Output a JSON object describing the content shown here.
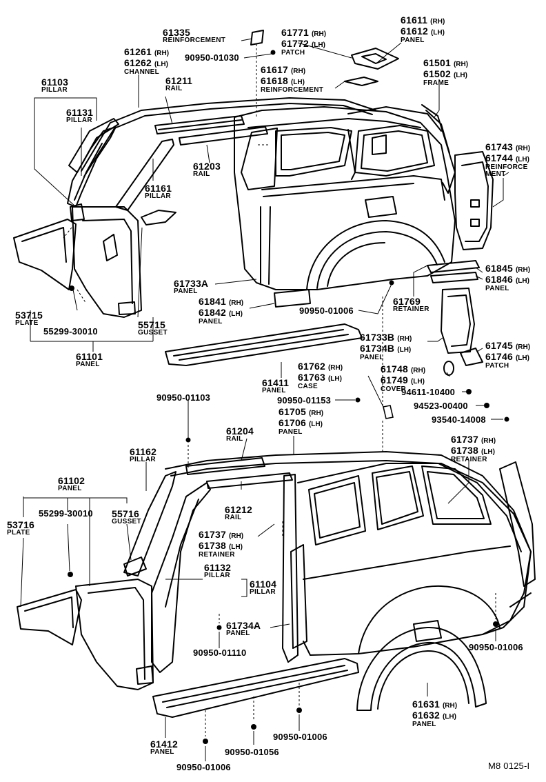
{
  "footer_code": "M8 0125-I",
  "callouts": {
    "c61335": {
      "number": "61335",
      "name": "REINFORCEMENT"
    },
    "c61771": {
      "number": "61771",
      "suffix": "(RH)"
    },
    "c61772": {
      "number": "61772",
      "suffix": "(LH)",
      "name": "PATCH"
    },
    "c61611": {
      "number": "61611",
      "suffix": "(RH)"
    },
    "c61612": {
      "number": "61612",
      "suffix": "(LH)",
      "name": "PANEL"
    },
    "c61261": {
      "number": "61261",
      "suffix": "(RH)"
    },
    "c61262": {
      "number": "61262",
      "suffix": "(LH)",
      "name": "CHANNEL"
    },
    "c90950_01030": {
      "number": "90950-01030"
    },
    "c61617": {
      "number": "61617",
      "suffix": "(RH)"
    },
    "c61618": {
      "number": "61618",
      "suffix": "(LH)",
      "name": "REINFORCEMENT"
    },
    "c61501": {
      "number": "61501",
      "suffix": "(RH)"
    },
    "c61502": {
      "number": "61502",
      "suffix": "(LH)",
      "name": "FRAME"
    },
    "c61103": {
      "number": "61103",
      "name": "PILLAR"
    },
    "c61211": {
      "number": "61211",
      "name": "RAIL"
    },
    "c61131": {
      "number": "61131",
      "name": "PILLAR"
    },
    "c61743": {
      "number": "61743",
      "suffix": "(RH)"
    },
    "c61744": {
      "number": "61744",
      "suffix": "(LH)",
      "name": "REINFORCE",
      "name2": "MENT"
    },
    "c61203": {
      "number": "61203",
      "name": "RAIL"
    },
    "c61161": {
      "number": "61161",
      "name": "PILLAR"
    },
    "c61733a": {
      "number": "61733A",
      "name": "PANEL"
    },
    "c61845": {
      "number": "61845",
      "suffix": "(RH)"
    },
    "c61846": {
      "number": "61846",
      "suffix": "(LH)",
      "name": "PANEL"
    },
    "c61841": {
      "number": "61841",
      "suffix": "(RH)"
    },
    "c61842": {
      "number": "61842",
      "suffix": "(LH)",
      "name": "PANEL"
    },
    "c61769": {
      "number": "61769",
      "name": "RETAINER"
    },
    "c90950_01006a": {
      "number": "90950-01006"
    },
    "c53715": {
      "number": "53715",
      "name": "PLATE"
    },
    "c55715": {
      "number": "55715",
      "name": "GUSSET"
    },
    "c55299_30010a": {
      "number": "55299-30010"
    },
    "c61101": {
      "number": "61101",
      "name": "PANEL"
    },
    "c61733b": {
      "number": "61733B",
      "suffix": "(RH)"
    },
    "c61734b": {
      "number": "61734B",
      "suffix": "(LH)",
      "name": "PANEL"
    },
    "c61745": {
      "number": "61745",
      "suffix": "(RH)"
    },
    "c61746": {
      "number": "61746",
      "suffix": "(LH)",
      "name": "PATCH"
    },
    "c61762": {
      "number": "61762",
      "suffix": "(RH)"
    },
    "c61763": {
      "number": "61763",
      "suffix": "(LH)",
      "name": "CASE"
    },
    "c61411": {
      "number": "61411",
      "name": "PANEL"
    },
    "c61748": {
      "number": "61748",
      "suffix": "(RH)"
    },
    "c61749": {
      "number": "61749",
      "suffix": "(LH)",
      "name": "COVER"
    },
    "c90950_01103": {
      "number": "90950-01103"
    },
    "c90950_01153": {
      "number": "90950-01153"
    },
    "c94611_10400": {
      "number": "94611-10400"
    },
    "c94523_00400": {
      "number": "94523-00400"
    },
    "c61705": {
      "number": "61705",
      "suffix": "(RH)"
    },
    "c61706": {
      "number": "61706",
      "suffix": "(LH)",
      "name": "PANEL"
    },
    "c93540_14008": {
      "number": "93540-14008"
    },
    "c61204": {
      "number": "61204",
      "name": "RAIL"
    },
    "c61737a": {
      "number": "61737",
      "suffix": "(RH)"
    },
    "c61738a": {
      "number": "61738",
      "suffix": "(LH)",
      "name": "RETAINER"
    },
    "c61162": {
      "number": "61162",
      "name": "PILLAR"
    },
    "c61102": {
      "number": "61102",
      "name": "PANEL"
    },
    "c55299_30010b": {
      "number": "55299-30010"
    },
    "c55716": {
      "number": "55716",
      "name": "GUSSET"
    },
    "c53716": {
      "number": "53716",
      "name": "PLATE"
    },
    "c61212": {
      "number": "61212",
      "name": "RAIL"
    },
    "c61737b": {
      "number": "61737",
      "suffix": "(RH)"
    },
    "c61738b": {
      "number": "61738",
      "suffix": "(LH)",
      "name": "RETAINER"
    },
    "c61132": {
      "number": "61132",
      "name": "PILLAR"
    },
    "c61104": {
      "number": "61104",
      "name": "PILLAR"
    },
    "c61734a": {
      "number": "61734A",
      "name": "PANEL"
    },
    "c90950_01110": {
      "number": "90950-01110"
    },
    "c90950_01006b": {
      "number": "90950-01006"
    },
    "c61631": {
      "number": "61631",
      "suffix": "(RH)"
    },
    "c61632": {
      "number": "61632",
      "suffix": "(LH)",
      "name": "PANEL"
    },
    "c61412": {
      "number": "61412",
      "name": "PANEL"
    },
    "c90950_01006c": {
      "number": "90950-01006"
    },
    "c90950_01056": {
      "number": "90950-01056"
    },
    "c90950_01006d": {
      "number": "90950-01006"
    }
  }
}
